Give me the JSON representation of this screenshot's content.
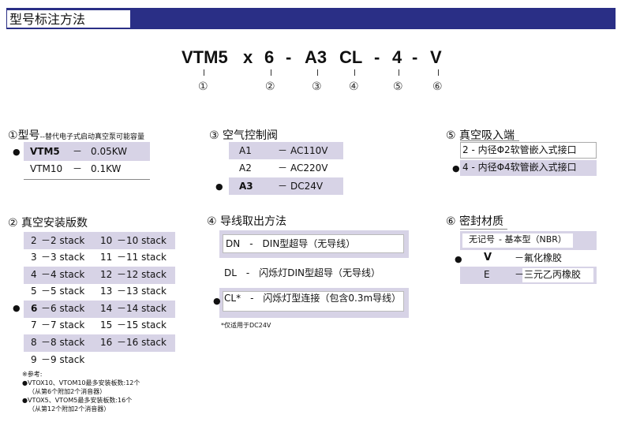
{
  "header": {
    "title": "型号标注方法"
  },
  "model_code": [
    "VTM5",
    "x",
    "6",
    "-",
    "A3",
    "CL",
    "-",
    "4",
    "-",
    "V"
  ],
  "markers": [
    "①",
    "②",
    "③",
    "④",
    "⑤",
    "⑥"
  ],
  "section1": {
    "marker": "①",
    "title": "型号",
    "subtitle": "--替代电子式启动真空泵可能容量",
    "rows": [
      {
        "code": "VTM5",
        "dash": "－",
        "value": "0.05KW",
        "selected": true
      },
      {
        "code": "VTM10",
        "dash": "－",
        "value": "0.1KW",
        "selected": false
      }
    ]
  },
  "section2": {
    "marker": "②",
    "title": "真空安装版数",
    "col1": [
      {
        "code": "2",
        "label": "－2 stack",
        "selected": false
      },
      {
        "code": "3",
        "label": "－3 stack",
        "selected": false
      },
      {
        "code": "4",
        "label": "－4 stack",
        "selected": false
      },
      {
        "code": "5",
        "label": "－5 stack",
        "selected": false
      },
      {
        "code": "6",
        "label": "－6 stack",
        "selected": true
      },
      {
        "code": "7",
        "label": "－7 stack",
        "selected": false
      },
      {
        "code": "8",
        "label": "－8 stack",
        "selected": false
      },
      {
        "code": "9",
        "label": "－9 stack",
        "selected": false
      }
    ],
    "col2": [
      {
        "code": "10",
        "label": "－10 stack"
      },
      {
        "code": "11",
        "label": "－11 stack"
      },
      {
        "code": "12",
        "label": "－12 stack"
      },
      {
        "code": "13",
        "label": "－13 stack"
      },
      {
        "code": "14",
        "label": "－14 stack"
      },
      {
        "code": "15",
        "label": "－15 stack"
      },
      {
        "code": "16",
        "label": "－16 stack"
      }
    ],
    "notes": [
      "※参考:",
      "●VTOX10、VTOM10最多安装板数:12个",
      "（从第6个附加2个消音器）",
      "●VTOX5、VTOM5最多安装板数:16个",
      "（从第12个附加2个消音器）"
    ]
  },
  "section3": {
    "marker": "③",
    "title": "空气控制阀",
    "rows": [
      {
        "code": "A1",
        "dash": "－",
        "value": "AC110V",
        "selected": false
      },
      {
        "code": "A2",
        "dash": "－",
        "value": "AC220V",
        "selected": false
      },
      {
        "code": "A3",
        "dash": "－",
        "value": "DC24V",
        "selected": true
      }
    ]
  },
  "section4": {
    "marker": "④",
    "title": "导线取出方法",
    "rows": [
      {
        "text": "DN　-　DIN型超导（无导线）",
        "selected": false
      },
      {
        "text": "DL　-　闪烁灯DIN型超导（无导线）",
        "selected": false
      },
      {
        "text": "CL*　-　闪烁灯型连接（包含0.3m导线）",
        "selected": true
      }
    ],
    "note": "*仅适用于DC24V"
  },
  "section5": {
    "marker": "⑤",
    "title": "真空吸入端",
    "rows": [
      {
        "text": "2 - 内径Φ2软管嵌入式接口",
        "selected": false
      },
      {
        "text": "4 - 内径Φ4软管嵌入式接口",
        "selected": true
      }
    ]
  },
  "section6": {
    "marker": "⑥",
    "title": "密封材质",
    "rows": [
      {
        "code": "无记号",
        "value": "- 基本型（NBR）",
        "selected": false
      },
      {
        "code": "V",
        "value": "－氟化橡胶",
        "selected": true
      },
      {
        "code": "E",
        "value": "－三元乙丙橡胶",
        "selected": false
      }
    ]
  },
  "bullet": "●"
}
